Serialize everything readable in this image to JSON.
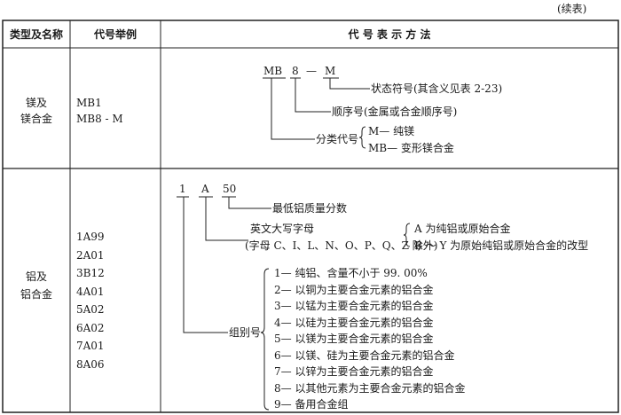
{
  "continued_label": "(续表)",
  "headers": [
    "类型及名称",
    "代号举例",
    "代 号 表 示 方 法"
  ],
  "rows": [
    {
      "type_lines": [
        "镁及",
        "镁合金"
      ],
      "examples": [
        "MB1",
        "MB8 - M"
      ],
      "method": {
        "code_parts": [
          "MB",
          "8",
          "—",
          "M"
        ],
        "status": "状态符号(其含义见表 2-23)",
        "sequence": "顺序号(金属或合金顺序号)",
        "category": "分类代号",
        "category_options": [
          "M— 纯镁",
          "MB— 变形镁合金"
        ]
      }
    },
    {
      "type_lines": [
        "铝及",
        "铝合金"
      ],
      "examples": [
        "1A99",
        "2A01",
        "3B12",
        "4A01",
        "5A02",
        "6A02",
        "7A01",
        "8A06"
      ],
      "method": {
        "code_parts": [
          "1",
          "A",
          "50"
        ],
        "min_purity": "最低铝质量分数",
        "letter_label": "英文大写字母",
        "letter_note": "(字母 C、I、L、N、O、P、Q、Z 除外)",
        "letter_options": [
          "A 为纯铝或原始合金",
          "B ～ Y 为原始纯铝或原始合金的改型"
        ],
        "group_label": "组别号",
        "group_options": [
          "1— 纯铝、含量不小于 99. 00%",
          "2— 以铜为主要合金元素的铝合金",
          "3— 以锰为主要合金元素的铝合金",
          "4— 以硅为主要合金元素的铝合金",
          "5— 以镁为主要合金元素的铝合金",
          "6— 以镁、硅为主要合金元素的铝合金",
          "7— 以锌为主要合金元素的铝合金",
          "8— 以其他元素为主要合金元素的铝合金",
          "9— 备用合金组"
        ]
      }
    }
  ]
}
